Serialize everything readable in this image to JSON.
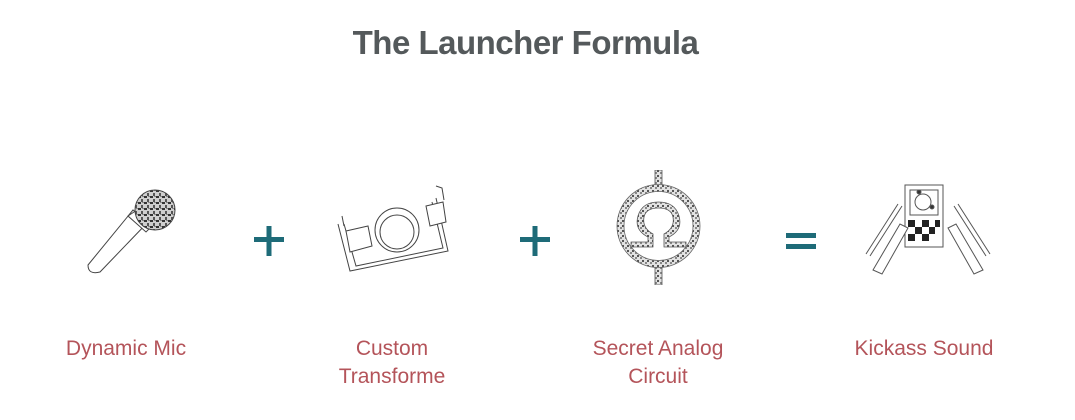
{
  "title": "The Launcher Formula",
  "accent_color": "#1e6b78",
  "label_color": "#b4545a",
  "formula": {
    "items": [
      {
        "icon": "microphone-icon",
        "label_line1": "Dynamic Mic",
        "label_line2": ""
      },
      {
        "icon": "transformer-icon",
        "label_line1": "Custom",
        "label_line2": "Transforme"
      },
      {
        "icon": "omega-circuit-icon",
        "label_line1": "Secret Analog",
        "label_line2": "Circuit"
      },
      {
        "icon": "di-box-cables-icon",
        "label_line1": "Kickass Sound",
        "label_line2": ""
      }
    ],
    "operators": [
      "+",
      "+",
      "="
    ]
  }
}
